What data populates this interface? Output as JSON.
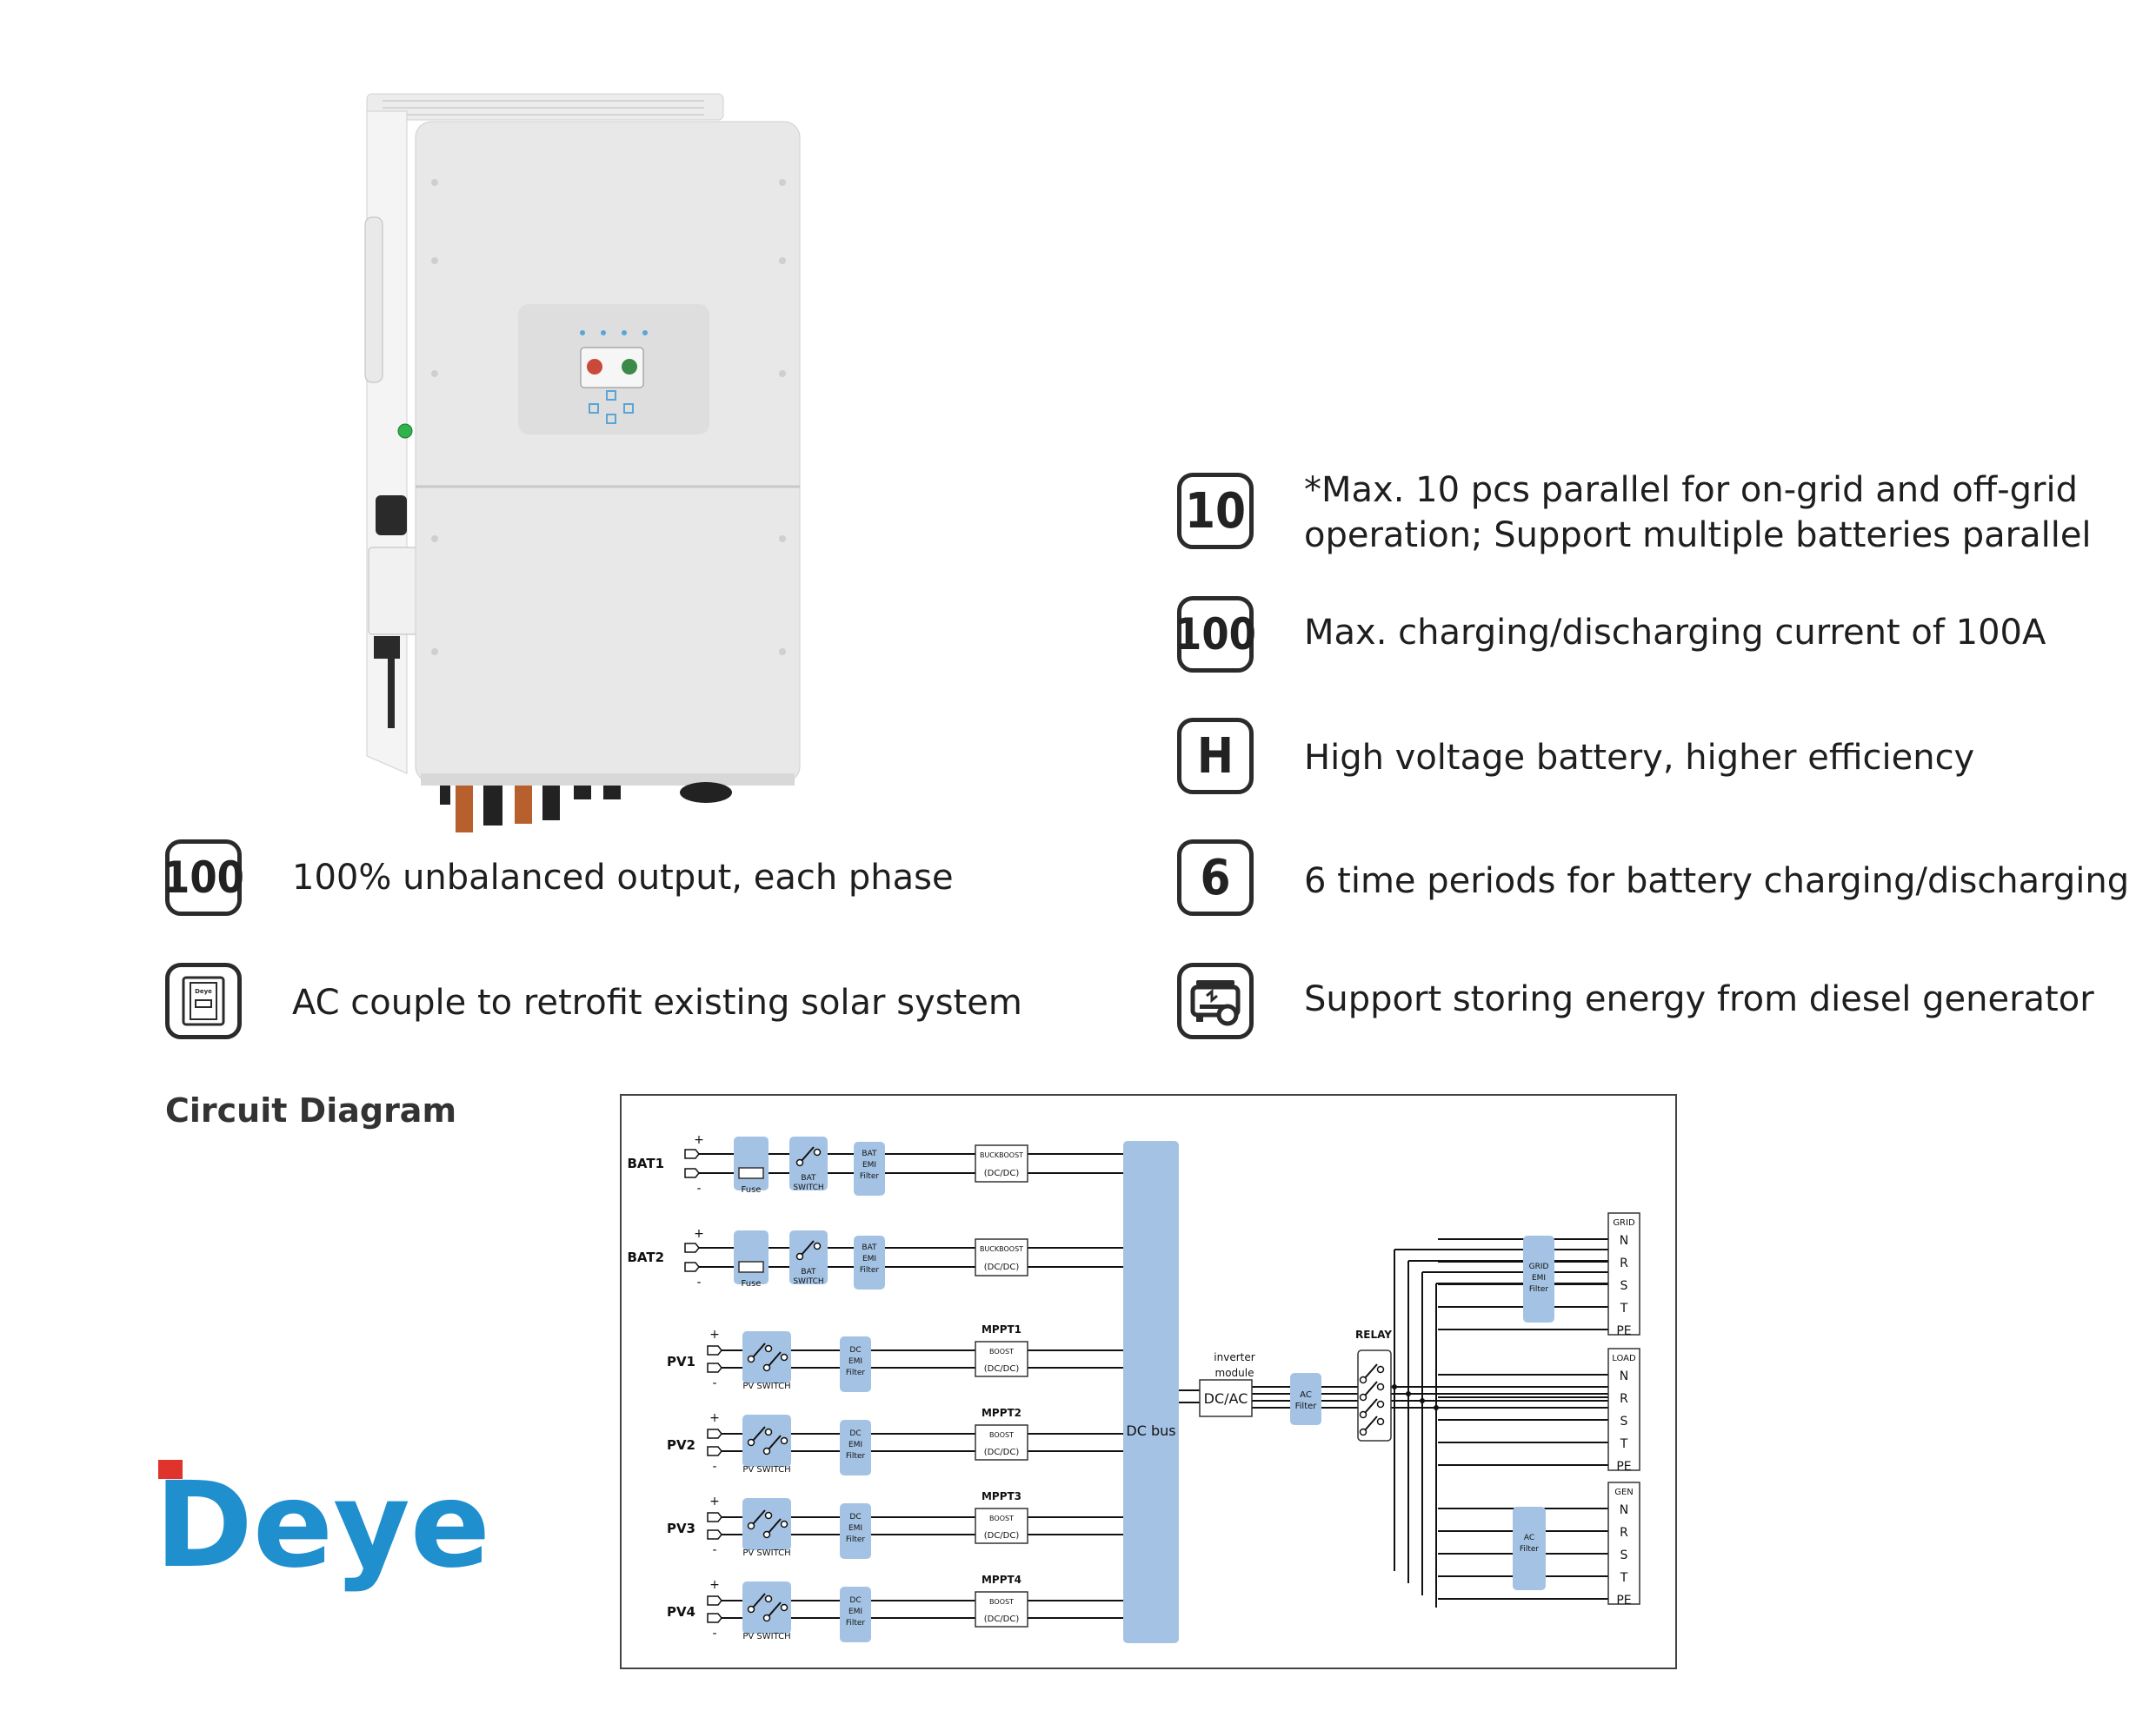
{
  "features_right": [
    {
      "icon_text": "10",
      "lines": [
        "*Max. 10 pcs parallel for on-grid and off-grid",
        "operation; Support multiple batteries parallel"
      ]
    },
    {
      "icon_text": "100",
      "lines": [
        "Max. charging/discharging current of 100A"
      ]
    },
    {
      "icon_text": "H",
      "lines": [
        "High voltage battery, higher efficiency"
      ]
    },
    {
      "icon_text": "6",
      "lines": [
        "6 time periods for battery charging/discharging"
      ]
    },
    {
      "icon": "generator-icon",
      "lines": [
        "Support storing energy from diesel generator"
      ]
    }
  ],
  "features_left": [
    {
      "icon_text": "100",
      "lines": [
        "100% unbalanced output, each phase"
      ]
    },
    {
      "icon": "meter-icon",
      "icon_label": "Deye",
      "lines": [
        "AC couple to retrofit existing solar system"
      ]
    }
  ],
  "section_title": "Circuit Diagram",
  "logo": "Deye",
  "colors": {
    "accent_block": "#a4c3e4",
    "logo": "#1f8fce",
    "logo_accent": "#e0332b",
    "text": "#1e1e1e"
  },
  "diagram": {
    "batteries": [
      {
        "label": "BAT1",
        "fuse": "Fuse",
        "switch": [
          "BAT",
          "SWITCH"
        ],
        "filter": [
          "BAT",
          "EMI",
          "Filter"
        ],
        "converter": [
          "BUCKBOOST",
          "(DC/DC)"
        ]
      },
      {
        "label": "BAT2",
        "fuse": "Fuse",
        "switch": [
          "BAT",
          "SWITCH"
        ],
        "filter": [
          "BAT",
          "EMI",
          "Filter"
        ],
        "converter": [
          "BUCKBOOST",
          "(DC/DC)"
        ]
      }
    ],
    "pvs": [
      {
        "label": "PV1",
        "switch": "PV SWITCH",
        "filter": [
          "DC",
          "EMI",
          "Filter"
        ],
        "mppt": "MPPT1",
        "converter": [
          "BOOST",
          "(DC/DC)"
        ]
      },
      {
        "label": "PV2",
        "switch": "PV SWITCH",
        "filter": [
          "DC",
          "EMI",
          "Filter"
        ],
        "mppt": "MPPT2",
        "converter": [
          "BOOST",
          "(DC/DC)"
        ]
      },
      {
        "label": "PV3",
        "switch": "PV SWITCH",
        "filter": [
          "DC",
          "EMI",
          "Filter"
        ],
        "mppt": "MPPT3",
        "converter": [
          "BOOST",
          "(DC/DC)"
        ]
      },
      {
        "label": "PV4",
        "switch": "PV SWITCH",
        "filter": [
          "DC",
          "EMI",
          "Filter"
        ],
        "mppt": "MPPT4",
        "converter": [
          "BOOST",
          "(DC/DC)"
        ]
      }
    ],
    "plus": "+",
    "minus": "-",
    "dc_bus": "DC bus",
    "inverter_lines": [
      "inverter",
      "module"
    ],
    "dcac": "DC/AC",
    "ac_filter": [
      "AC",
      "Filter"
    ],
    "relay": "RELAY",
    "grid_filter": [
      "GRID",
      "EMI",
      "Filter"
    ],
    "gen_filter": [
      "AC",
      "Filter"
    ],
    "terminals": [
      {
        "name": "GRID",
        "lines": [
          "N",
          "R",
          "S",
          "T",
          "PE"
        ]
      },
      {
        "name": "LOAD",
        "lines": [
          "N",
          "R",
          "S",
          "T",
          "PE"
        ]
      },
      {
        "name": "GEN",
        "lines": [
          "N",
          "R",
          "S",
          "T",
          "PE"
        ]
      }
    ]
  }
}
